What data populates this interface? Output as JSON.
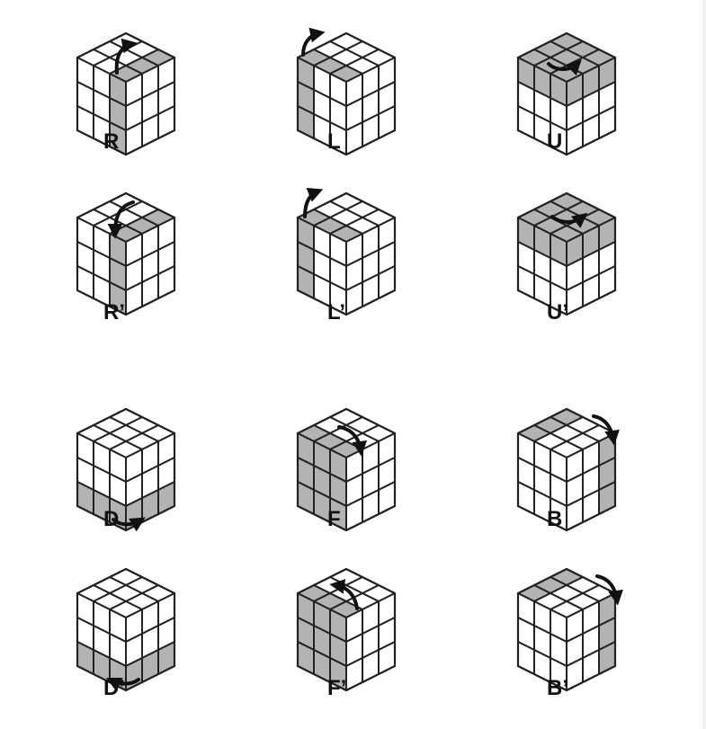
{
  "colors": {
    "face": "#ffffff",
    "highlight": "#b3b3b3",
    "stroke": "#222222",
    "arrow": "#111111"
  },
  "moves": [
    {
      "label": "R",
      "layer": "R",
      "arrow": "R",
      "icon": "curved-arrow-icon"
    },
    {
      "label": "L",
      "layer": "L",
      "arrow": "L",
      "icon": "curved-arrow-icon"
    },
    {
      "label": "U",
      "layer": "U",
      "arrow": "U",
      "icon": "curved-arrow-icon"
    },
    {
      "label": "R’",
      "layer": "R",
      "arrow": "Rp",
      "icon": "curved-arrow-icon"
    },
    {
      "label": "L’",
      "layer": "L",
      "arrow": "Lp",
      "icon": "curved-arrow-icon"
    },
    {
      "label": "U’",
      "layer": "U",
      "arrow": "Up",
      "icon": "curved-arrow-icon"
    },
    {
      "label": "D",
      "layer": "D",
      "arrow": "D",
      "icon": "curved-arrow-icon"
    },
    {
      "label": "F",
      "layer": "F",
      "arrow": "F",
      "icon": "curved-arrow-icon"
    },
    {
      "label": "B",
      "layer": "B",
      "arrow": "B",
      "icon": "curved-arrow-icon"
    },
    {
      "label": "D’",
      "layer": "D",
      "arrow": "Dp",
      "icon": "curved-arrow-icon"
    },
    {
      "label": "F’",
      "layer": "F",
      "arrow": "Fp",
      "icon": "curved-arrow-icon"
    },
    {
      "label": "B’",
      "layer": "B",
      "arrow": "Bp",
      "icon": "curved-arrow-icon"
    }
  ]
}
